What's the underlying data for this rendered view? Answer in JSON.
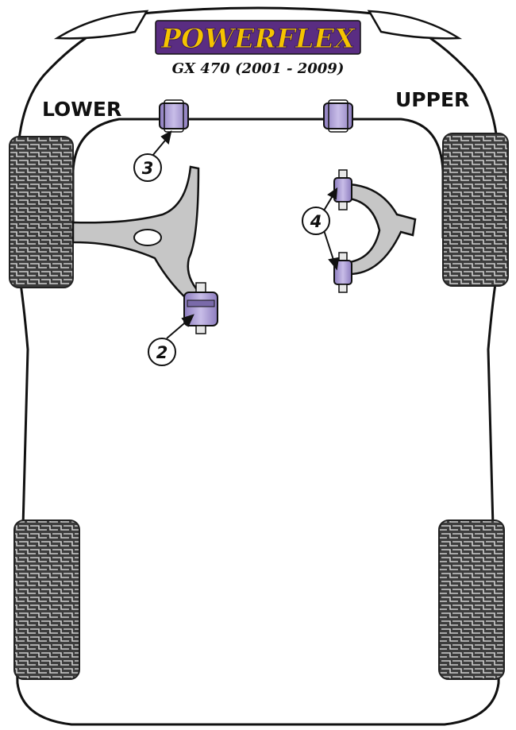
{
  "logo": {
    "brand": "POWERFLEX",
    "model": "GX 470 (2001 - 2009)"
  },
  "labels": {
    "lower": "LOWER",
    "upper": "UPPER"
  },
  "callouts": [
    {
      "id": "bushing-3",
      "number": "3"
    },
    {
      "id": "bushing-2",
      "number": "2"
    },
    {
      "id": "bushing-4",
      "number": "4"
    }
  ],
  "colors": {
    "logo_yellow": "#f5c400",
    "logo_purple": "#5a2d82",
    "bushing": "#a89ad0",
    "bushing_dark": "#7a6aaa",
    "arm": "#c6c6c6",
    "tyre": "#444444",
    "outline": "#111111"
  }
}
